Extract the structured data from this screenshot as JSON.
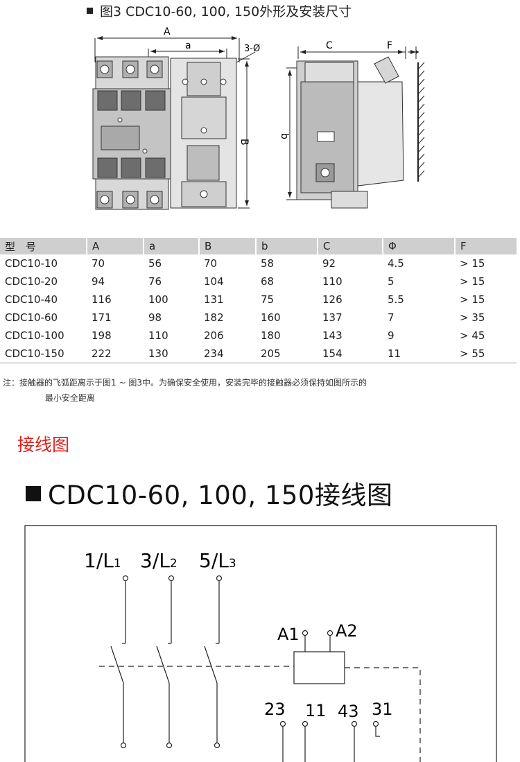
{
  "figure": {
    "title": "图3  CDC10-60, 100, 150外形及安装尺寸",
    "dim_labels": {
      "A": "A",
      "a": "a",
      "hole": "3-Ø",
      "B": "B",
      "b": "b",
      "C": "C",
      "F": "F"
    }
  },
  "table": {
    "headers": [
      "型　号",
      "A",
      "a",
      "B",
      "b",
      "C",
      "Φ",
      "F"
    ],
    "rows": [
      [
        "CDC10-10",
        "70",
        "56",
        "70",
        "58",
        "92",
        "4.5",
        "> 15"
      ],
      [
        "CDC10-20",
        "94",
        "76",
        "104",
        "68",
        "110",
        "5",
        "> 15"
      ],
      [
        "CDC10-40",
        "116",
        "100",
        "131",
        "75",
        "126",
        "5.5",
        "> 15"
      ],
      [
        "CDC10-60",
        "171",
        "98",
        "182",
        "160",
        "137",
        "7",
        "> 35"
      ],
      [
        "CDC10-100",
        "198",
        "110",
        "206",
        "180",
        "143",
        "9",
        "> 45"
      ],
      [
        "CDC10-150",
        "222",
        "130",
        "234",
        "205",
        "154",
        "11",
        "> 55"
      ]
    ]
  },
  "note": {
    "line1": "注：接触器的飞弧距离示于图1 ~ 图3中。为确保安全使用，安装完毕的接触器必须保持如图所示的",
    "line2": "最小安全距离"
  },
  "wiring": {
    "heading": "接线图",
    "title": "CDC10-60, 100, 150接线图",
    "terminals": {
      "l1": "1/L",
      "l1_sub": "1",
      "l2": "3/L",
      "l2_sub": "2",
      "l3": "5/L",
      "l3_sub": "3",
      "a1": "A1",
      "a2": "A2",
      "t23": "23",
      "t11": "11",
      "t43": "43",
      "t31": "31"
    }
  }
}
